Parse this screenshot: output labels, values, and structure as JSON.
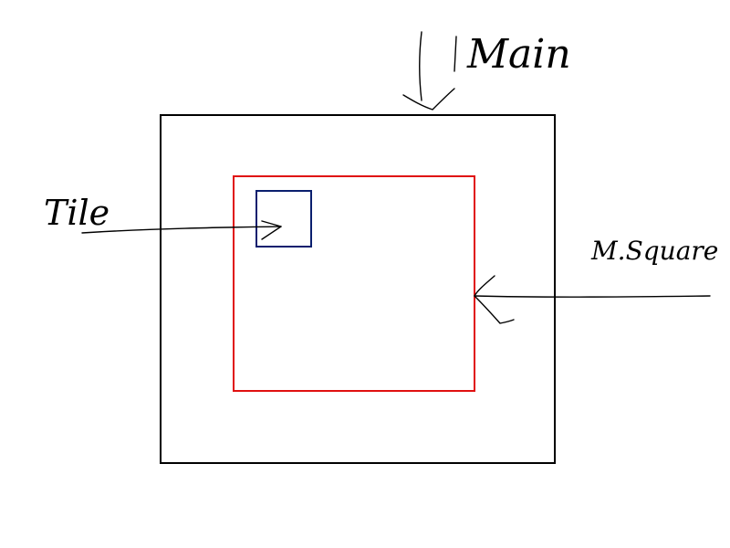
{
  "labels": {
    "main": "Main",
    "tile": "Tile",
    "msquare": "M.Square"
  },
  "colors": {
    "background": "#ffffff",
    "outer_box": "#000000",
    "middle_box": "#e01010",
    "inner_box": "#0a1f6e",
    "ink": "#000000"
  }
}
